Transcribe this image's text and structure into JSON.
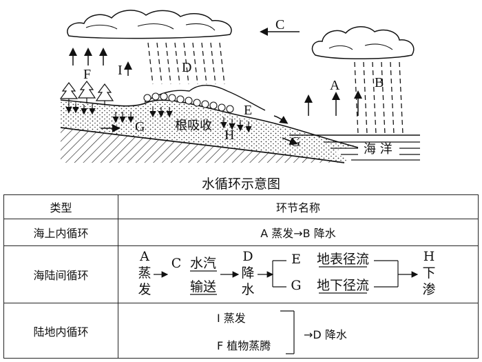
{
  "diagram": {
    "labels": {
      "A": "A",
      "B": "B",
      "C": "C",
      "D": "D",
      "E": "E",
      "F": "F",
      "G1": "G",
      "G2": "G",
      "H": "H",
      "I": "I",
      "root": "根吸收",
      "ocean": "海  洋"
    },
    "caption": "水循环示意图"
  },
  "table": {
    "headers": [
      "类型",
      "环节名称"
    ],
    "rows": {
      "ocean": {
        "type": "海上内循环",
        "content": "A 蒸发→B 降水"
      },
      "sea_land": {
        "type": "海陆间循环",
        "a_letter": "A",
        "a_line1": "蒸",
        "a_line2": "发",
        "c_letter": "C",
        "c_word1": "水汽",
        "c_word2": "输送",
        "d_letter": "D",
        "d_line1": "降",
        "d_line2": "水",
        "e_letter": "E",
        "e_word": "地表径流",
        "g_letter": "G",
        "g_word": "地下径流",
        "h_letter": "H",
        "h_line1": "下",
        "h_line2": "渗"
      },
      "land": {
        "type": "陆地内循环",
        "i_item": "I 蒸发",
        "f_item": "F 植物蒸腾",
        "result": "→D 降水"
      }
    }
  }
}
